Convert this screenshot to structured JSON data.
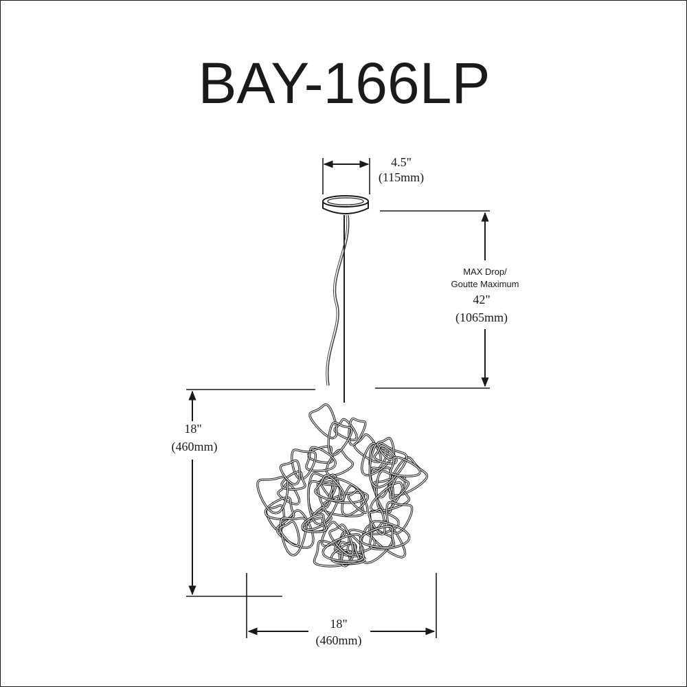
{
  "title": "BAY-166LP",
  "canopy": {
    "width_in": "4.5\"",
    "width_mm": "(115mm)"
  },
  "drop": {
    "label_en": "MAX Drop/",
    "label_fr": "Goutte Maximum",
    "length_in": "42\"",
    "length_mm": "(1065mm)"
  },
  "height": {
    "value_in": "18\"",
    "value_mm": "(460mm)"
  },
  "width": {
    "value_in": "18\"",
    "value_mm": "(460mm)"
  },
  "colors": {
    "line": "#1a1a1a",
    "wire": "#444444"
  }
}
